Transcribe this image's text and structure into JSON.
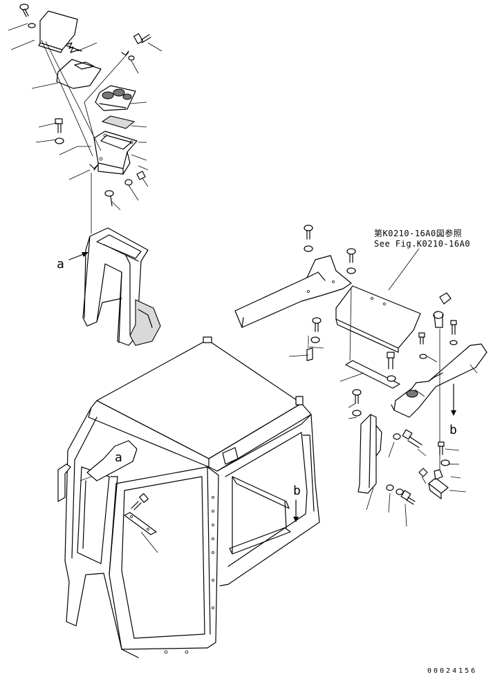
{
  "reference_note": {
    "line1": "第K0210-16A0図参照",
    "line2": "See Fig.K0210-16A0"
  },
  "view_labels": {
    "a_upper": "a",
    "a_cab": "a",
    "b_right": "b",
    "b_cab": "b"
  },
  "document_id": "00024156"
}
